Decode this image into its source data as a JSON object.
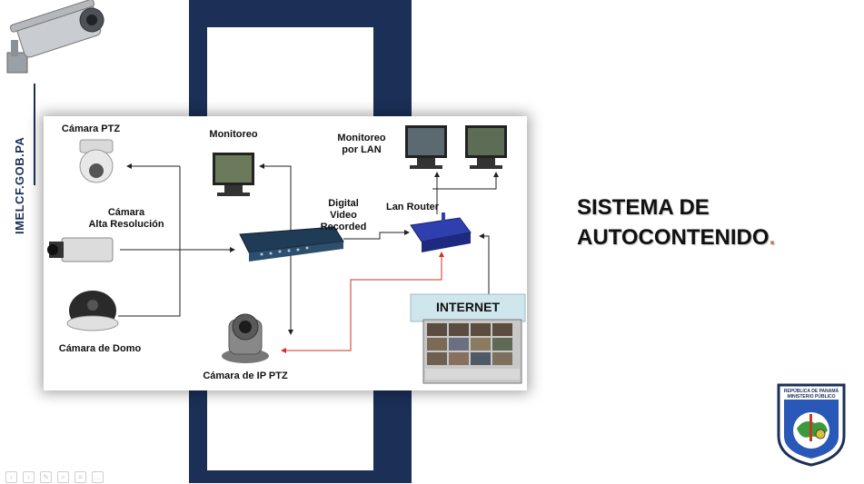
{
  "site": {
    "url": "IMELCF.GOB.PA"
  },
  "slide": {
    "title_line1": "SISTEMA DE",
    "title_line2": "AUTOCONTENIDO",
    "title_dot": "."
  },
  "diagram": {
    "labels": {
      "camara_ptz": "Cámara PTZ",
      "monitoreo": "Monitoreo",
      "monitoreo_lan": "Monitoreo\npor LAN",
      "camara_alta": "Cámara\nAlta Resolución",
      "dvr": "Digital\nVideo\nRecorded",
      "lan_router": "Lan Router",
      "internet": "INTERNET",
      "camara_domo": "Cámara de Domo",
      "camara_ip_ptz": "Cámara de IP PTZ"
    }
  },
  "seal": {
    "text": "REPÚBLICA DE PANAMÁ\nMINISTERIO PÚBLICO"
  },
  "toolbar": {
    "icons": [
      "prev-icon",
      "next-icon",
      "pen-icon",
      "zoom-icon",
      "menu-icon",
      "more-icon"
    ]
  },
  "colors": {
    "navy": "#1b2f57",
    "red_link": "#d0302a",
    "title_dot": "#c7765a"
  }
}
